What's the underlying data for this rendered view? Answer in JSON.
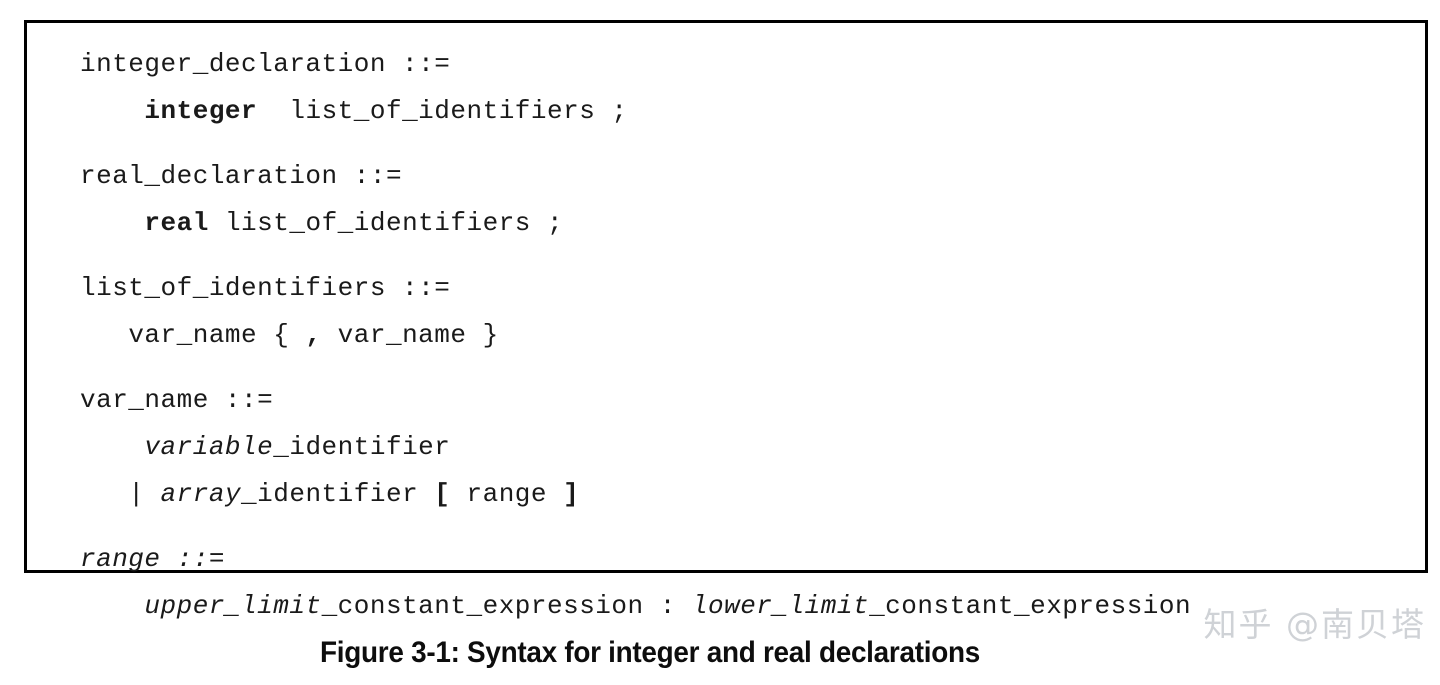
{
  "figure": {
    "caption": "Figure 3-1: Syntax for integer and real declarations",
    "border_color": "#000000",
    "background_color": "#ffffff",
    "text_color": "#1a1a1a"
  },
  "watermark": {
    "text": "知乎 @南贝塔",
    "color": "#cfd2d6"
  },
  "syntax": {
    "groups": [
      {
        "name": "integer-declaration",
        "lines": [
          {
            "indent": 0,
            "tokens": [
              {
                "t": "integer_declaration ::=",
                "s": "plain"
              }
            ]
          },
          {
            "indent": 4,
            "tokens": [
              {
                "t": "integer",
                "s": "keyword"
              },
              {
                "t": "  ",
                "s": "plain"
              },
              {
                "t": "list_of_identifiers ;",
                "s": "plain"
              }
            ]
          }
        ]
      },
      {
        "name": "real-declaration",
        "lines": [
          {
            "indent": 0,
            "tokens": [
              {
                "t": "real_declaration ::=",
                "s": "plain"
              }
            ]
          },
          {
            "indent": 4,
            "tokens": [
              {
                "t": "real",
                "s": "keyword"
              },
              {
                "t": " ",
                "s": "plain"
              },
              {
                "t": "list_of_identifiers ;",
                "s": "plain"
              }
            ]
          }
        ]
      },
      {
        "name": "list-of-identifiers",
        "lines": [
          {
            "indent": 0,
            "tokens": [
              {
                "t": "list_of_identifiers ::=",
                "s": "plain"
              }
            ]
          },
          {
            "indent": 3,
            "tokens": [
              {
                "t": "var_name { ",
                "s": "plain"
              },
              {
                "t": ",",
                "s": "punct-bold"
              },
              {
                "t": " var_name }",
                "s": "plain"
              }
            ]
          }
        ]
      },
      {
        "name": "var-name",
        "lines": [
          {
            "indent": 0,
            "tokens": [
              {
                "t": "var_name ::=",
                "s": "plain"
              }
            ]
          },
          {
            "indent": 4,
            "tokens": [
              {
                "t": "variable",
                "s": "italic"
              },
              {
                "t": "_identifier",
                "s": "plain"
              }
            ]
          },
          {
            "indent": 3,
            "tokens": [
              {
                "t": "| ",
                "s": "plain"
              },
              {
                "t": "array",
                "s": "italic"
              },
              {
                "t": "_identifier ",
                "s": "plain"
              },
              {
                "t": "[",
                "s": "punct-bold"
              },
              {
                "t": " range ",
                "s": "plain"
              },
              {
                "t": "]",
                "s": "punct-bold"
              }
            ]
          }
        ]
      },
      {
        "name": "range",
        "lines": [
          {
            "indent": 0,
            "tokens": [
              {
                "t": "range ::=",
                "s": "italic"
              }
            ]
          },
          {
            "indent": 4,
            "tokens": [
              {
                "t": "upper_limit",
                "s": "italic"
              },
              {
                "t": "_constant_expression : ",
                "s": "plain"
              },
              {
                "t": "lower_limit",
                "s": "italic"
              },
              {
                "t": "_constant_expression",
                "s": "plain"
              }
            ]
          }
        ]
      }
    ]
  }
}
